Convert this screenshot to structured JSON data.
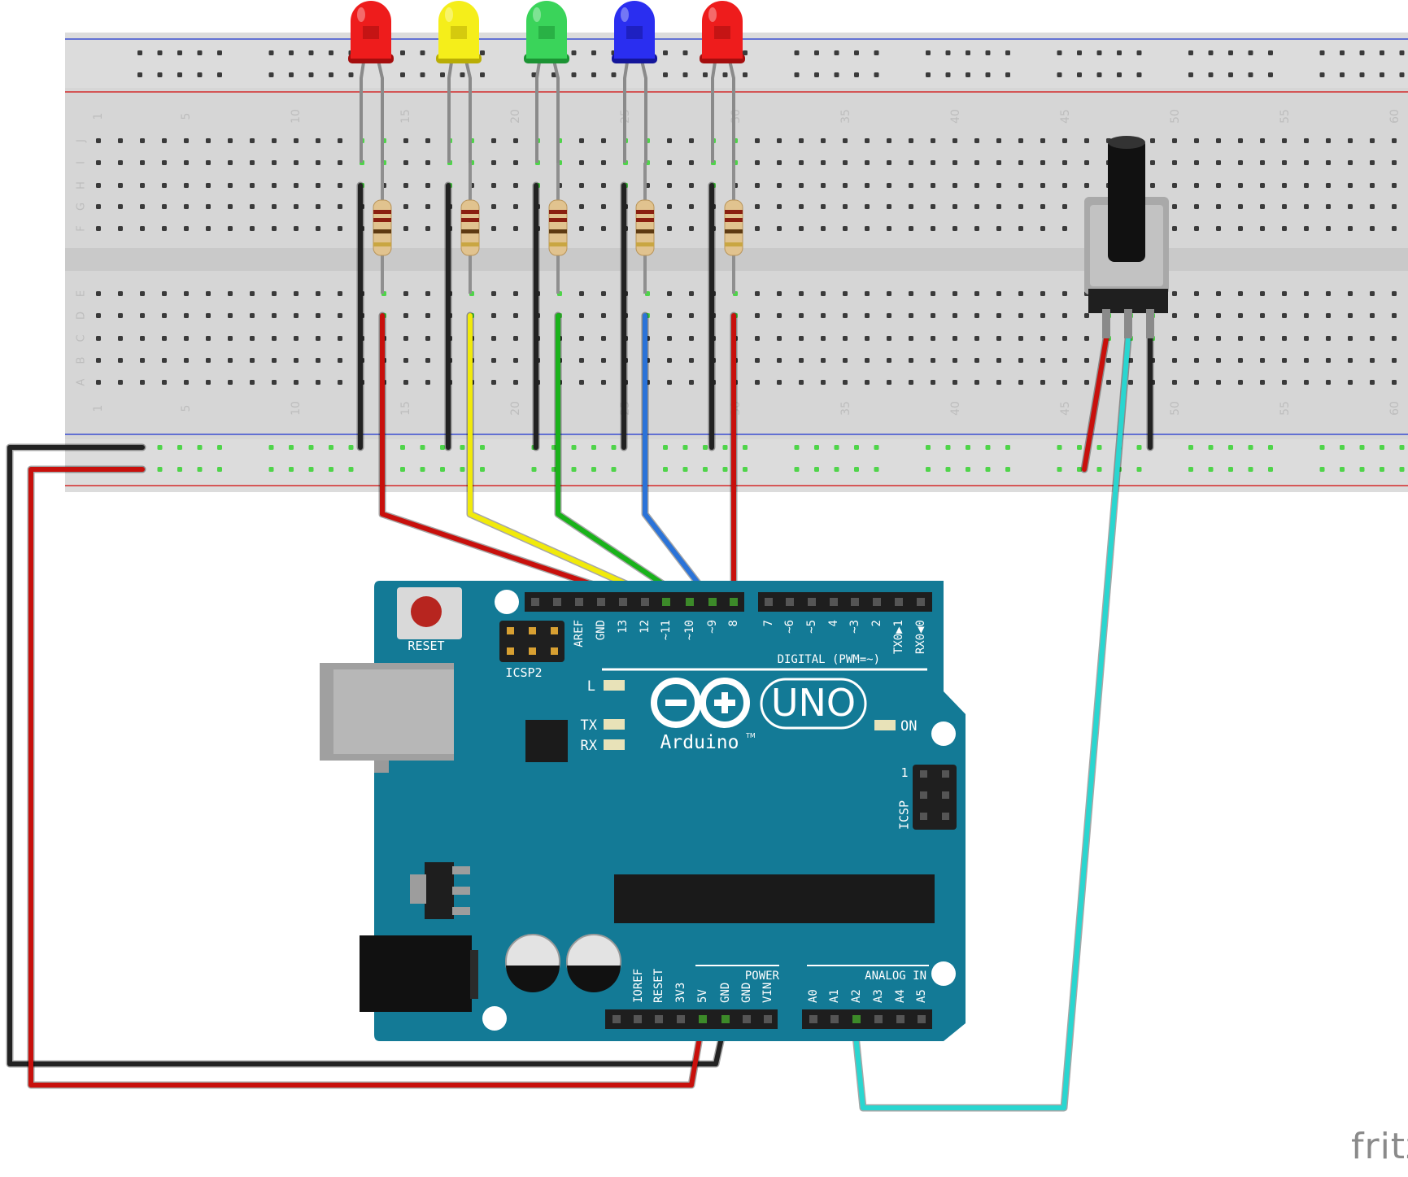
{
  "breadboard": {
    "row_letters_top": [
      "J",
      "I",
      "H",
      "G",
      "F"
    ],
    "row_letters_bottom": [
      "E",
      "D",
      "C",
      "B",
      "A"
    ],
    "column_numbers": [
      "1",
      "5",
      "10",
      "15",
      "20",
      "25",
      "30",
      "35",
      "40",
      "45",
      "50",
      "55",
      "60"
    ]
  },
  "leds": [
    {
      "color_name": "red",
      "body": "#ee1c1c",
      "dark": "#a40e0e"
    },
    {
      "color_name": "yellow",
      "body": "#f5ee1a",
      "dark": "#b9ad05"
    },
    {
      "color_name": "green",
      "body": "#3ad45a",
      "dark": "#1c9334"
    },
    {
      "color_name": "blue",
      "body": "#2a2ef0",
      "dark": "#14169a"
    },
    {
      "color_name": "red",
      "body": "#ee1c1c",
      "dark": "#a40e0e"
    }
  ],
  "wire_colors": {
    "red": "#c8100c",
    "black": "#222222",
    "yellow": "#f1ea0b",
    "green": "#19b21a",
    "blue": "#2b73d8",
    "cyan": "#29d6d0"
  },
  "board": {
    "color": "#137a96",
    "reset_label": "RESET",
    "icsp2_label": "ICSP2",
    "icsp_label": "ICSP",
    "icsp_pin1": "1",
    "digital_label": "DIGITAL (PWM=~)",
    "digital_pins_left": [
      "AREF",
      "GND",
      "13",
      "12",
      "~11",
      "~10",
      "~9",
      "8"
    ],
    "digital_pins_right": [
      "7",
      "~6",
      "~5",
      "4",
      "~3",
      "2",
      "TX0▶1",
      "RX0◀0"
    ],
    "led_l": "L",
    "led_tx": "TX",
    "led_rx": "RX",
    "led_on": "ON",
    "model": "UNO",
    "brand": "Arduino",
    "trademark": "TM",
    "power_label": "POWER",
    "power_pins": [
      "IOREF",
      "RESET",
      "3V3",
      "5V",
      "GND",
      "GND",
      "VIN"
    ],
    "analog_label": "ANALOG IN",
    "analog_pins": [
      "A0",
      "A1",
      "A2",
      "A3",
      "A4",
      "A5"
    ]
  },
  "watermark": "fritzing"
}
